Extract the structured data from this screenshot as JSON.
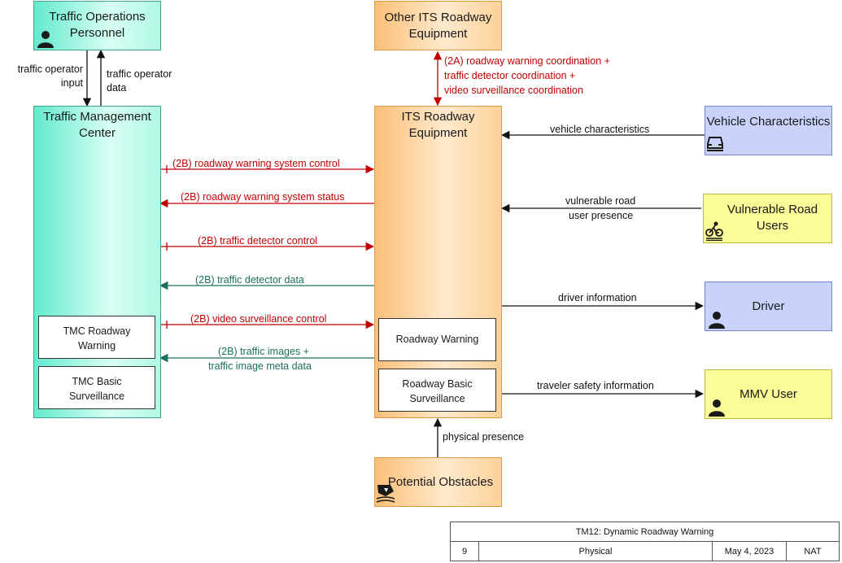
{
  "elements": {
    "traffic_operations_personnel": "Traffic Operations Personnel",
    "other_its_roadway_equipment": "Other ITS Roadway Equipment",
    "traffic_management_center": "Traffic Management Center",
    "its_roadway_equipment": "ITS Roadway Equipment",
    "vehicle_characteristics": "Vehicle Characteristics",
    "vulnerable_road_users": "Vulnerable Road Users",
    "driver": "Driver",
    "mmv_user": "MMV User",
    "potential_obstacles": "Potential Obstacles",
    "tmc_roadway_warning": "TMC Roadway Warning",
    "tmc_basic_surveillance": "TMC Basic Surveillance",
    "roadway_warning": "Roadway Warning",
    "roadway_basic_surveillance": "Roadway Basic Surveillance"
  },
  "flows": {
    "traffic_operator_input": "traffic operator input",
    "traffic_operator_data": "traffic operator data",
    "coordination_1": "(2A) roadway warning coordination +",
    "coordination_2": "traffic detector coordination +",
    "coordination_3": "video surveillance coordination",
    "roadway_warning_system_control": "(2B) roadway warning system control",
    "roadway_warning_system_status": "(2B) roadway warning system status",
    "traffic_detector_control": "(2B) traffic detector control",
    "traffic_detector_data": "(2B) traffic detector data",
    "video_surveillance_control": "(2B) video surveillance control",
    "traffic_images_1": "(2B) traffic images +",
    "traffic_images_2": "traffic image meta data",
    "vehicle_characteristics": "vehicle characteristics",
    "vulnerable_road_user_presence_1": "vulnerable road",
    "vulnerable_road_user_presence_2": "user presence",
    "driver_information": "driver information",
    "traveler_safety_information": "traveler safety information",
    "physical_presence": "physical presence"
  },
  "title_block": {
    "title": "TM12: Dynamic Roadway Warning",
    "number": "9",
    "view": "Physical",
    "date": "May 4, 2023",
    "region": "NAT"
  },
  "colors": {
    "red_flow": "#c00000",
    "green_flow": "#1a6f5e",
    "black_flow": "#111111"
  }
}
